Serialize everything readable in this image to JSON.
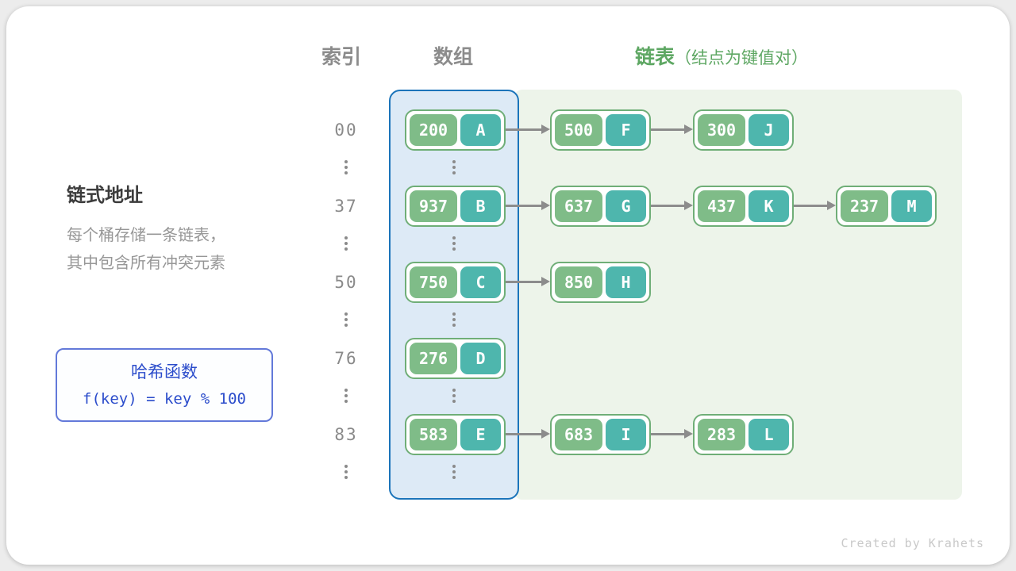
{
  "colors": {
    "key_green": "#7fbc88",
    "value_teal": "#4eb6ad",
    "node_border_green": "#6fae77",
    "array_bg": "#ddeaf6",
    "array_border_blue": "#1b74ba",
    "list_bg": "#edf4ea",
    "arrow_gray": "#8c8c8c",
    "index_gray": "#8a8a8a",
    "header_gray": "#8c8c8c",
    "header_green": "#5ea763",
    "title_dark": "#3c3c3c",
    "description_gray": "#979797",
    "hash_blue": "#2b4ccb",
    "hash_border": "#6379d9",
    "watermark_gray": "#c9c9c9"
  },
  "headers": {
    "index": "索引",
    "array": "数组",
    "list": "链表",
    "list_note": "（结点为键值对）"
  },
  "left_panel": {
    "title": "链式地址",
    "description": [
      "每个桶存储一条链表，",
      "其中包含所有冲突元素"
    ],
    "hash_function": {
      "title": "哈希函数",
      "formula": "f(key) = key % 100"
    }
  },
  "buckets": [
    {
      "index": "00",
      "chain": [
        {
          "key": "200",
          "value": "A"
        },
        {
          "key": "500",
          "value": "F"
        },
        {
          "key": "300",
          "value": "J"
        }
      ]
    },
    {
      "index": "37",
      "chain": [
        {
          "key": "937",
          "value": "B"
        },
        {
          "key": "637",
          "value": "G"
        },
        {
          "key": "437",
          "value": "K"
        },
        {
          "key": "237",
          "value": "M"
        }
      ]
    },
    {
      "index": "50",
      "chain": [
        {
          "key": "750",
          "value": "C"
        },
        {
          "key": "850",
          "value": "H"
        }
      ]
    },
    {
      "index": "76",
      "chain": [
        {
          "key": "276",
          "value": "D"
        }
      ]
    },
    {
      "index": "83",
      "chain": [
        {
          "key": "583",
          "value": "E"
        },
        {
          "key": "683",
          "value": "I"
        },
        {
          "key": "283",
          "value": "L"
        }
      ]
    }
  ],
  "watermark": "Created by Krahets"
}
